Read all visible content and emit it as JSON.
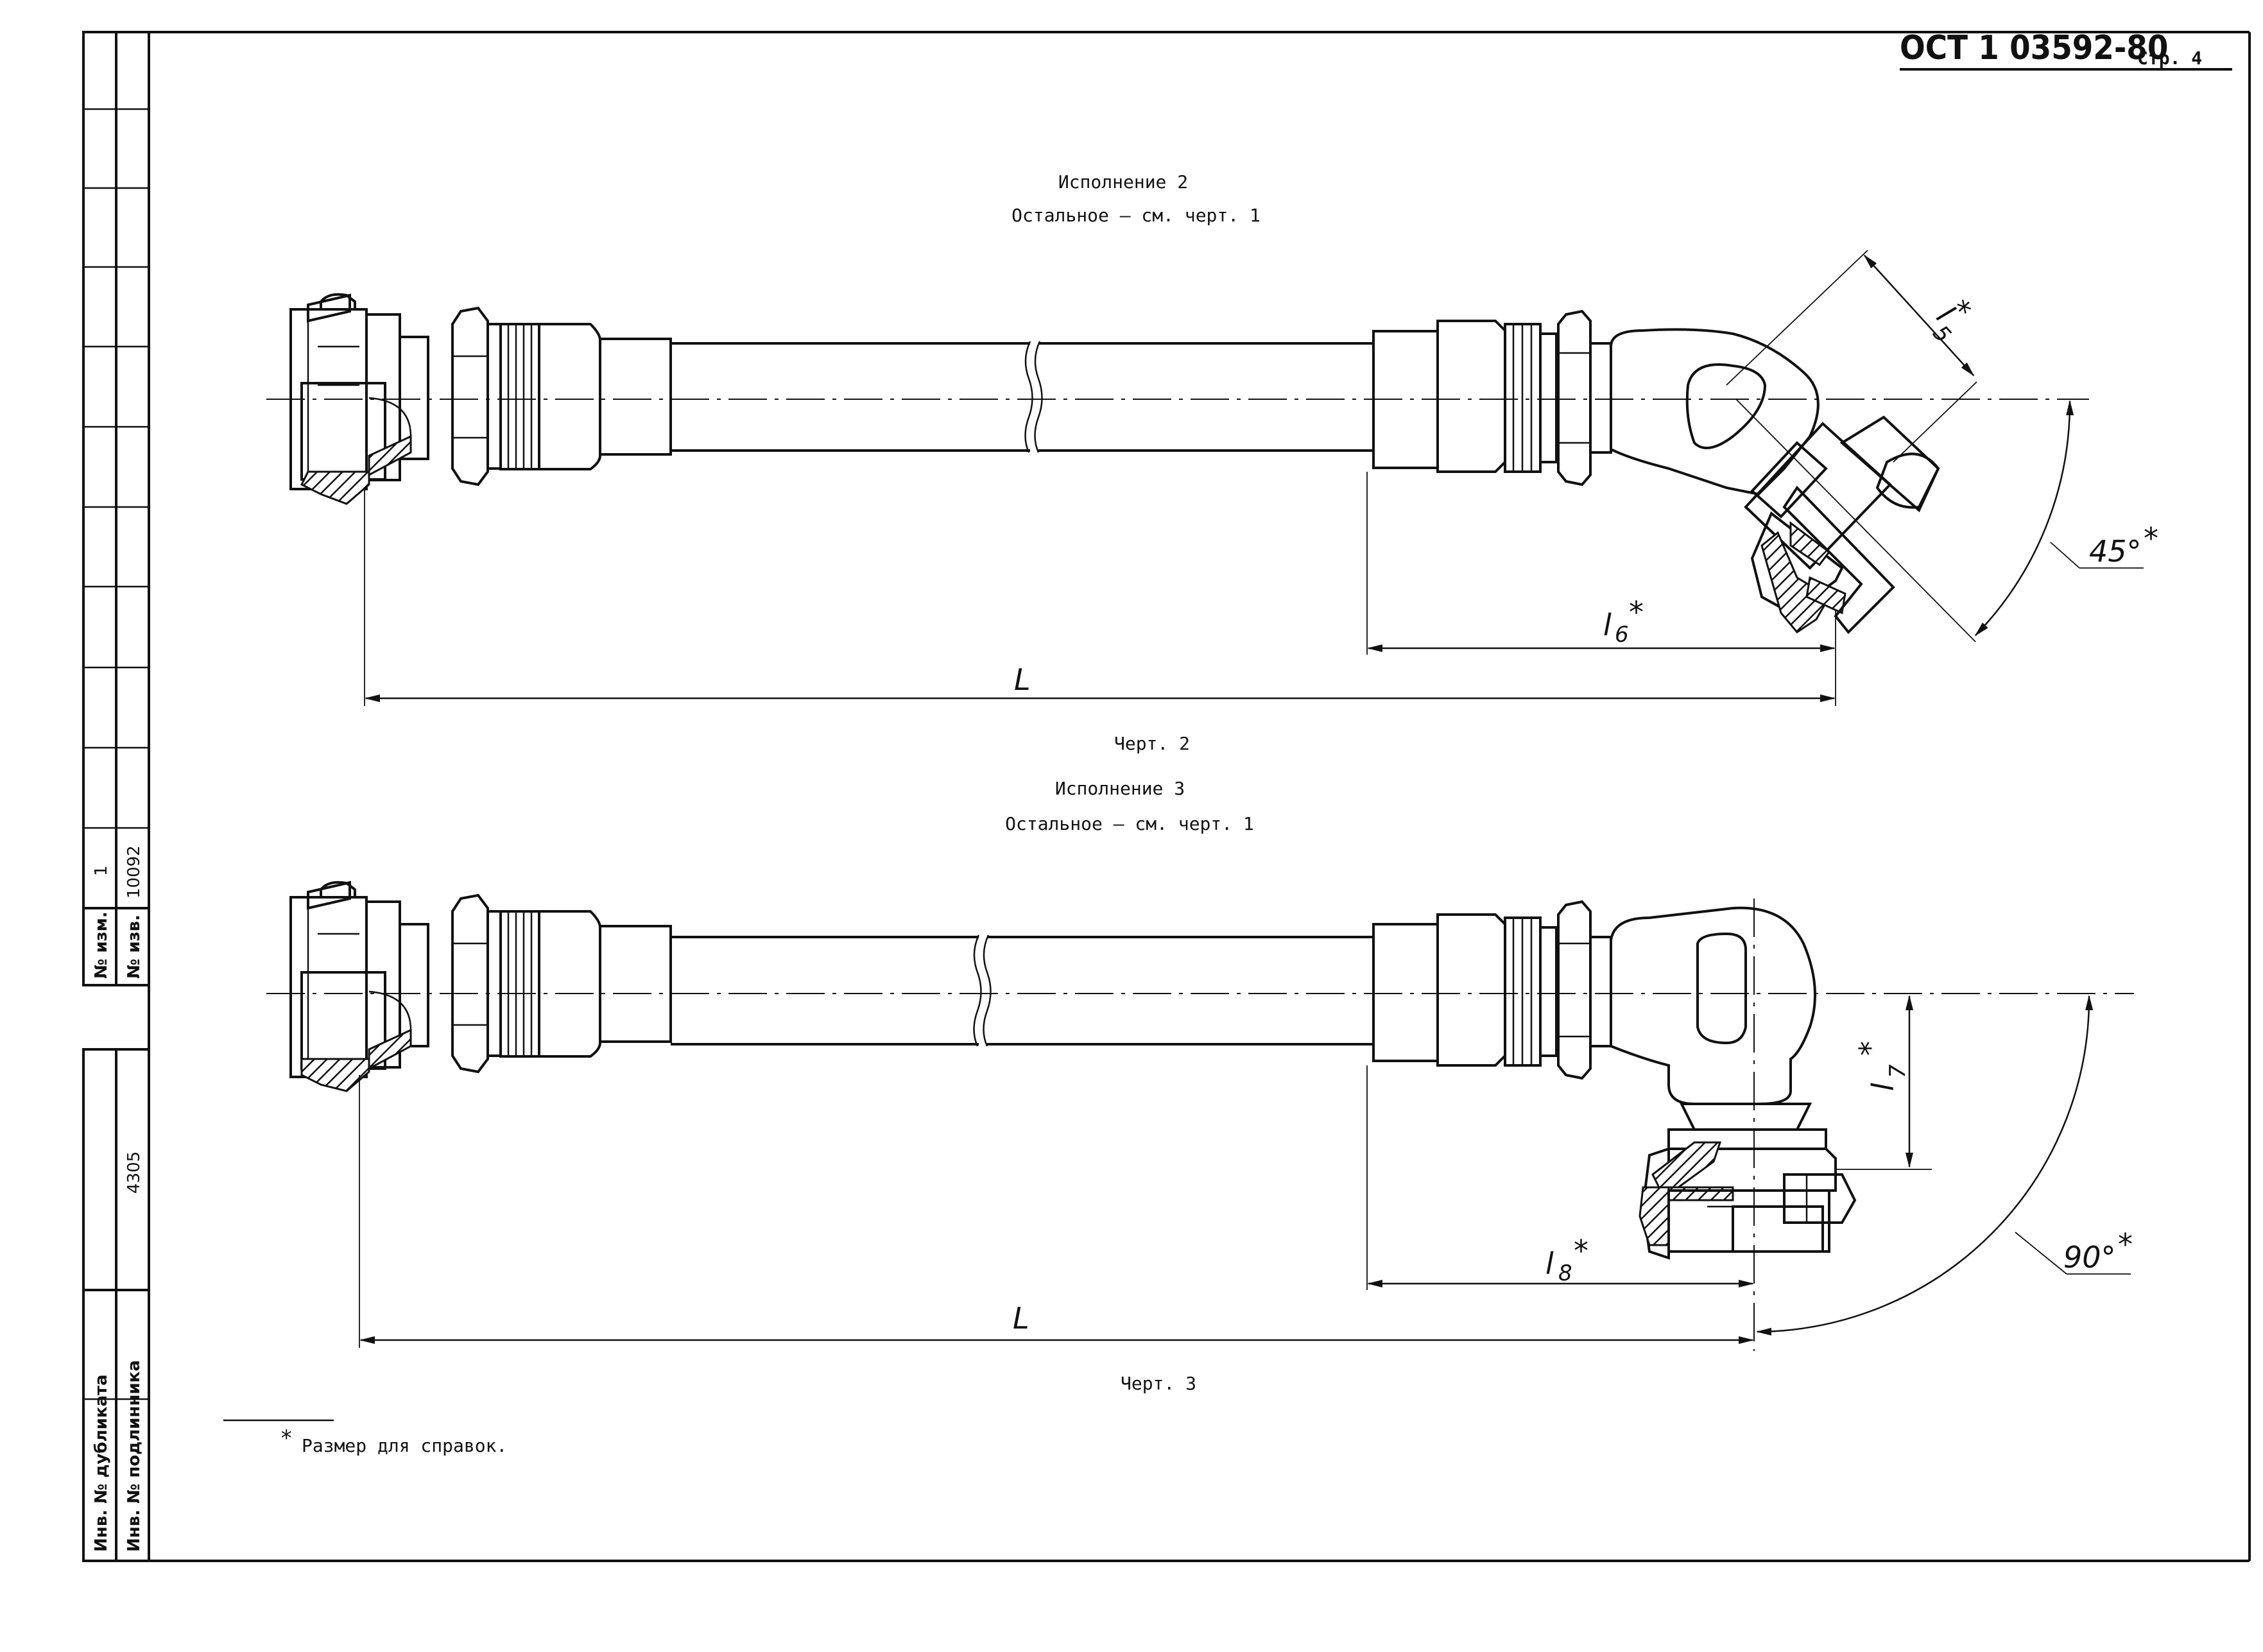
{
  "header": {
    "standard": "ОСТ 1 03592-80",
    "page": "Стр. 4"
  },
  "side_table": {
    "top": {
      "labels": [
        "№ изм.",
        "№ изв."
      ],
      "values": [
        "1",
        "10092"
      ]
    },
    "bottom": {
      "labels": [
        "Инв. № дубликата",
        "Инв. № подлинника"
      ],
      "values": [
        "",
        "4305"
      ]
    }
  },
  "drawing2": {
    "title": "Исполнение 2",
    "note": "Остальное – см. черт. 1",
    "caption": "Черт. 2",
    "dims": {
      "L": "L",
      "l5": "l",
      "l5_sub": "5",
      "l6": "l",
      "l6_sub": "6",
      "angle": "45°"
    },
    "star": "*"
  },
  "drawing3": {
    "title": "Исполнение 3",
    "note": "Остальное – см. черт. 1",
    "caption": "Черт. 3",
    "dims": {
      "L": "L",
      "l7": "l",
      "l7_sub": "7",
      "l8": "l",
      "l8_sub": "8",
      "angle": "90°"
    },
    "star": "*"
  },
  "footnote": {
    "star": "*",
    "text": "Размер для справок."
  }
}
